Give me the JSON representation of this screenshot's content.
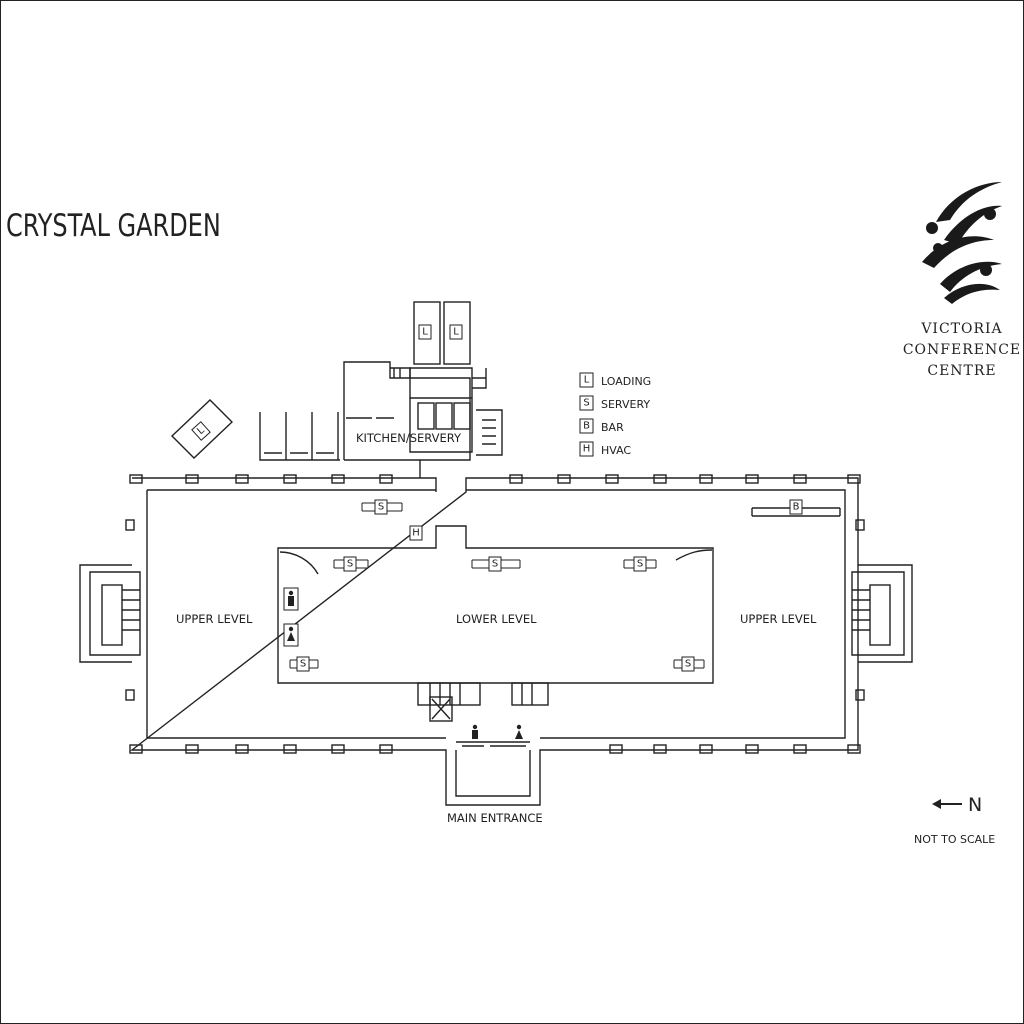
{
  "title": "CRYSTAL GARDEN",
  "labels": {
    "kitchen": "KITCHEN/SERVERY",
    "upper_left": "UPPER LEVEL",
    "lower": "LOWER LEVEL",
    "upper_right": "UPPER LEVEL",
    "main_entrance": "MAIN ENTRANCE"
  },
  "legend": [
    {
      "letter": "L",
      "text": "LOADING"
    },
    {
      "letter": "S",
      "text": "SERVERY"
    },
    {
      "letter": "B",
      "text": "BAR"
    },
    {
      "letter": "H",
      "text": "HVAC"
    }
  ],
  "markers": {
    "loading": "L",
    "servery": "S",
    "bar": "B",
    "hvac": "H"
  },
  "logo": {
    "line1": "VICTORIA",
    "line2": "CONFERENCE",
    "line3": "CENTRE"
  },
  "compass": {
    "direction": "N",
    "arrow_icon": "arrow-left-icon"
  },
  "scale_note": "NOT TO SCALE"
}
